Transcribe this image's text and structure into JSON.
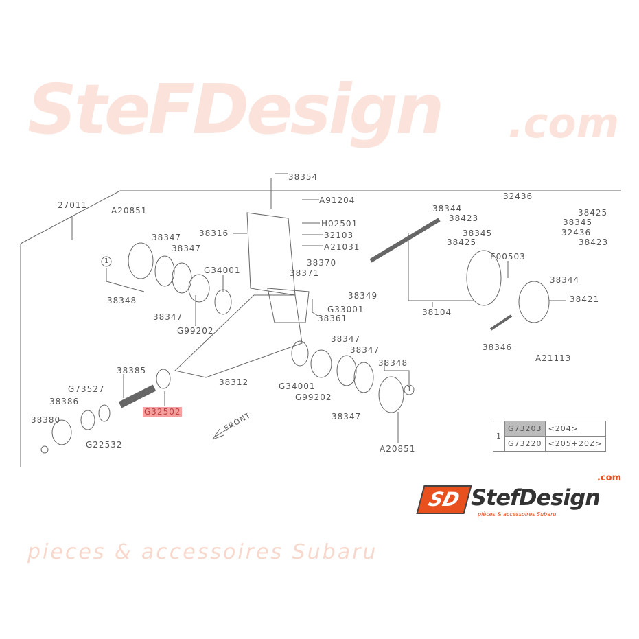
{
  "watermark": {
    "brand": "SteFDesign",
    "domain": ".com",
    "tagline": "pieces & accessoires Subaru"
  },
  "logo": {
    "mark": "SD",
    "name": "StefDesign",
    "domain": ".com",
    "tagline": "pièces & accessoires Subaru"
  },
  "front_label": "FRONT",
  "labels": {
    "l38354": "38354",
    "l27011": "27011",
    "lA20851a": "A20851",
    "lA91204": "A91204",
    "l38316": "38316",
    "lH02501": "H02501",
    "l32103": "32103",
    "lA21031": "A21031",
    "l38347a": "38347",
    "l38347b": "38347",
    "l38348a": "38348",
    "l38347c": "38347",
    "lG34001a": "G34001",
    "lG99202a": "G99202",
    "l38370": "38370",
    "l38371": "38371",
    "lG33001": "G33001",
    "l38349": "38349",
    "l38361": "38361",
    "l38104": "38104",
    "l38344a": "38344",
    "l38423a": "38423",
    "l32436a": "32436",
    "l38425a": "38425",
    "l38345a": "38345",
    "l38345b": "38345",
    "l32436b": "32436",
    "l38425b": "38425",
    "l38423b": "38423",
    "lE00503": "E00503",
    "l38344b": "38344",
    "l38421": "38421",
    "l38346": "38346",
    "lA21113": "A21113",
    "l38385": "38385",
    "lG73527": "G73527",
    "l38386": "38386",
    "l38380": "38380",
    "lG32502": "G32502",
    "lG22532": "G22532",
    "l38312": "38312",
    "lG34001b": "G34001",
    "lG99202b": "G99202",
    "l38347d": "38347",
    "l38347e": "38347",
    "l38347f": "38347",
    "l38348b": "38348",
    "lA20851b": "A20851",
    "ref1a": "1",
    "ref1b": "1"
  },
  "table": {
    "ref": "1",
    "rows": [
      {
        "part": "G73203",
        "note": "<204>"
      },
      {
        "part": "G73220",
        "note": "<205+20Z>"
      }
    ]
  }
}
